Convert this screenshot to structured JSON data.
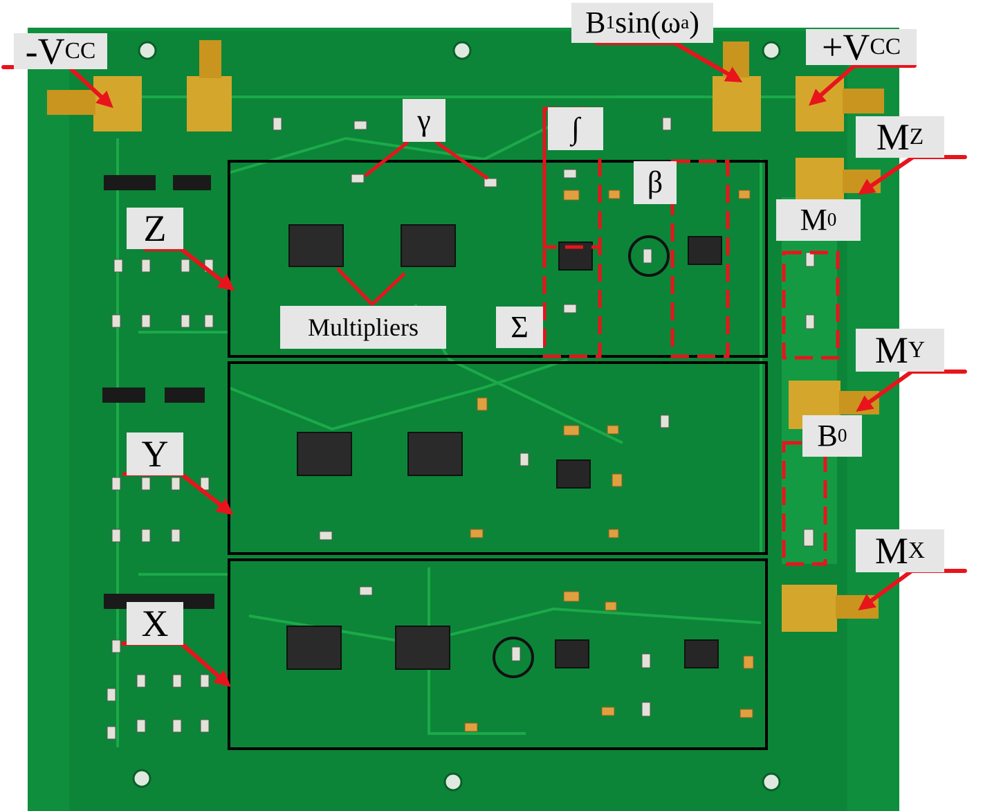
{
  "labels": {
    "neg_vcc": {
      "main": "-V",
      "sub": "CC"
    },
    "pos_vcc": {
      "main": "+V",
      "sub": "CC"
    },
    "b1_sin": {
      "pre": "B",
      "sub": "1",
      "mid": "sin(ω",
      "sub2": "a",
      "post": ")"
    },
    "m_z": {
      "main": "M",
      "sub": "Z"
    },
    "m_y": {
      "main": "M",
      "sub": "Y"
    },
    "m_x": {
      "main": "M",
      "sub": "X"
    },
    "m_0": {
      "main": "M",
      "sub": "0"
    },
    "b_0": {
      "main": "B",
      "sub": "0"
    },
    "z": "Z",
    "y": "Y",
    "x": "X",
    "gamma": "γ",
    "integral": "∫",
    "beta": "β",
    "sigma": "Σ",
    "multipliers": "Multipliers"
  },
  "colors": {
    "board": "#0f8f3e",
    "board_dark": "#0a6e2e",
    "trace": "#1fb04d",
    "annotation_red": "#e8141c",
    "block_outline": "#000000",
    "label_bg": "#e6e6e6",
    "connector_gold": "#d4a72c",
    "chip": "#2a2a2a"
  }
}
